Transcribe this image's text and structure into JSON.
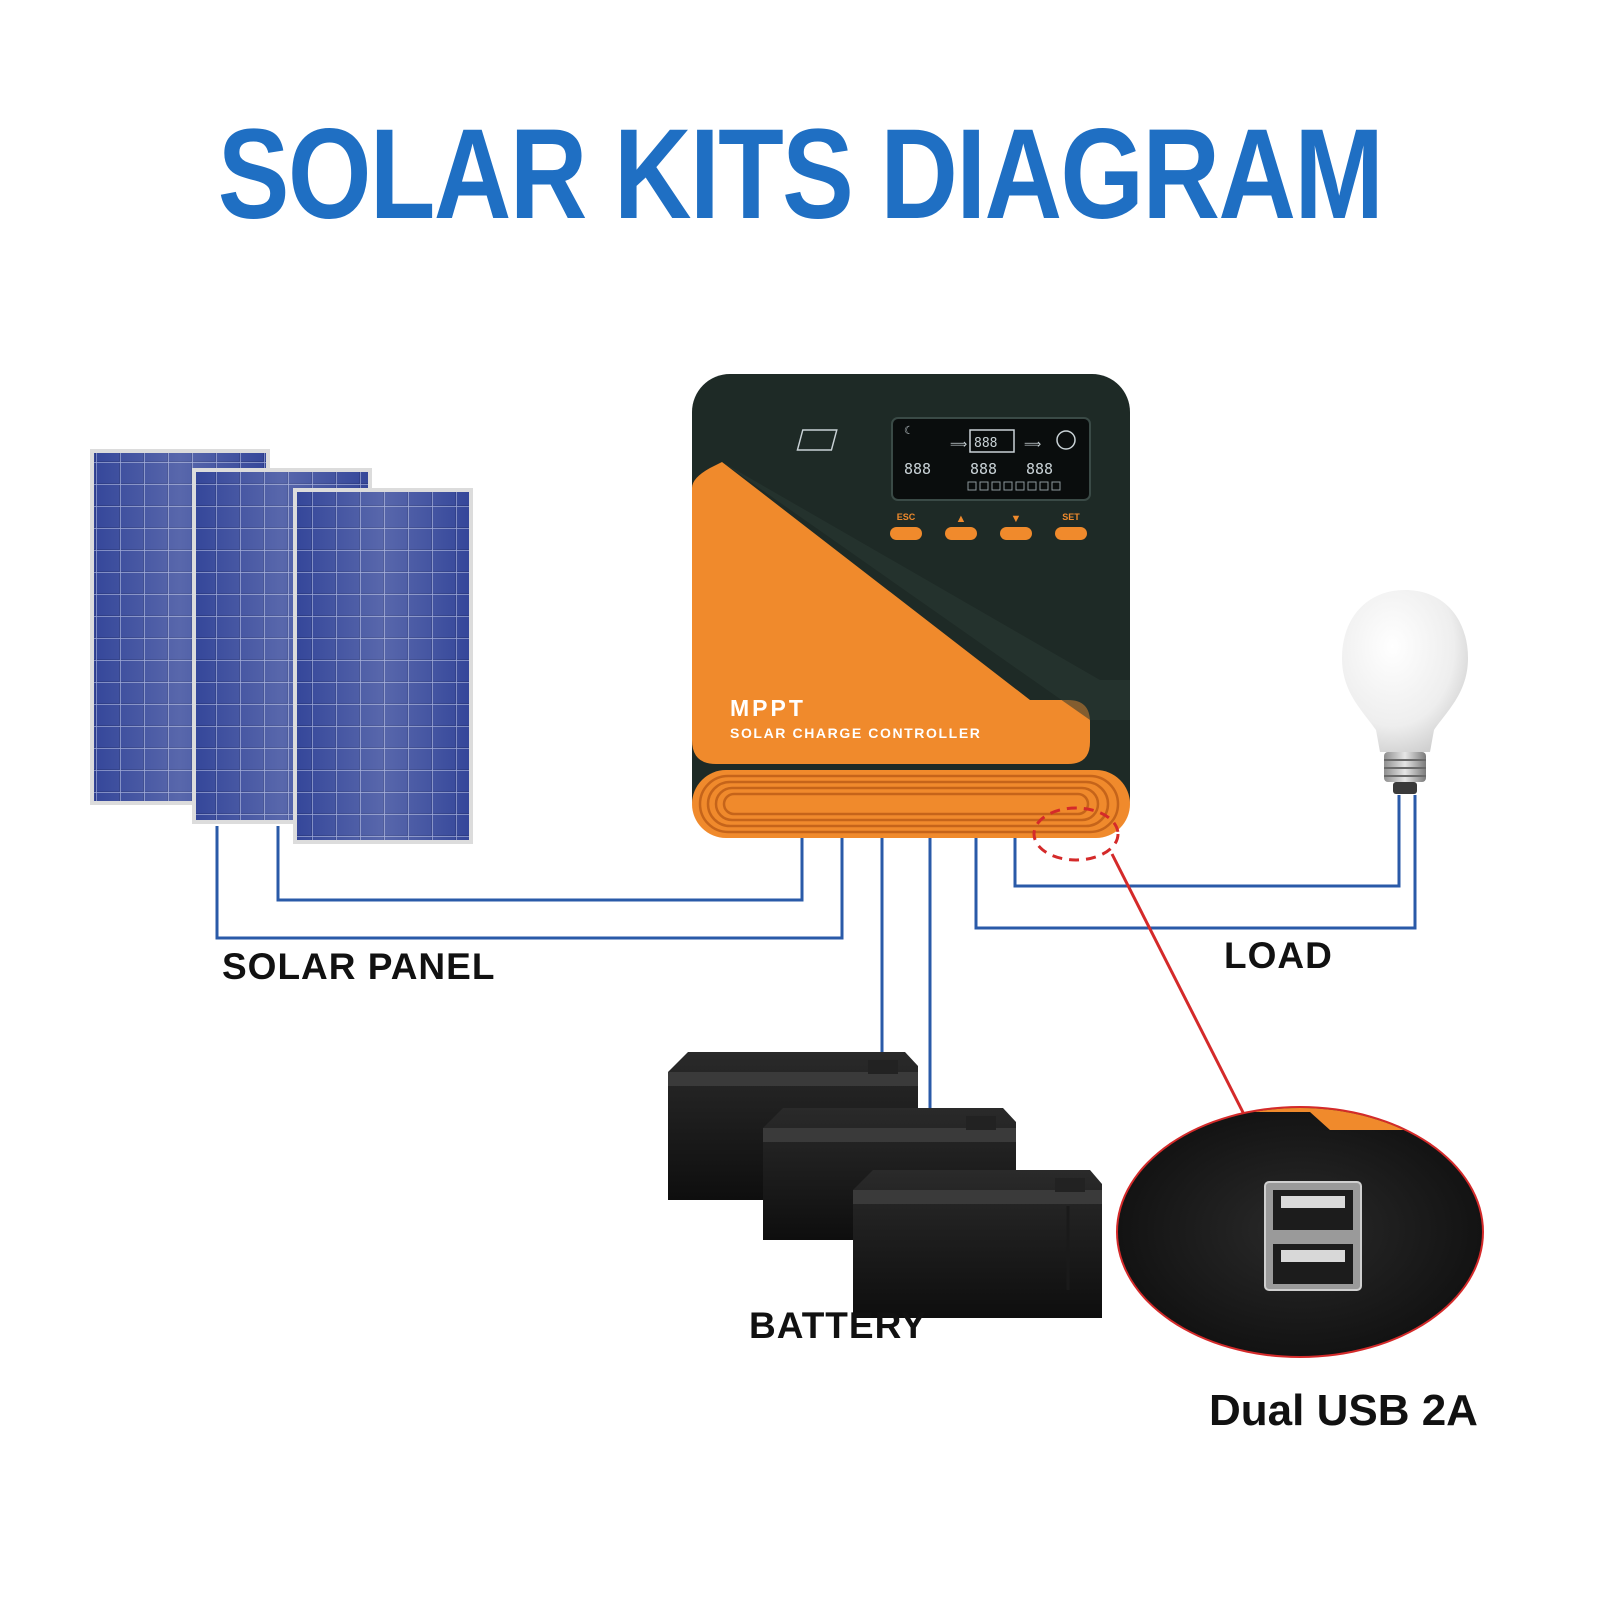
{
  "title": "SOLAR KITS DIAGRAM",
  "labels": {
    "solar_panel": "SOLAR PANEL",
    "load": "LOAD",
    "battery": "BATTERY",
    "usb": "Dual USB 2A"
  },
  "controller": {
    "brand": "MPPT",
    "subtitle": "SOLAR CHARGE CONTROLLER",
    "buttons": [
      "ESC",
      "▲",
      "▼",
      "SET"
    ],
    "lcd_digits": "888"
  },
  "colors": {
    "title": "#1f6fc3",
    "wire": "#2a5aa8",
    "controller_body": "#1e2a26",
    "controller_accent": "#f08a2c",
    "callout": "#d42a2a"
  },
  "icons": [
    "solar-panel-icon",
    "light-bulb-icon",
    "battery-icon",
    "usb-port-icon"
  ]
}
